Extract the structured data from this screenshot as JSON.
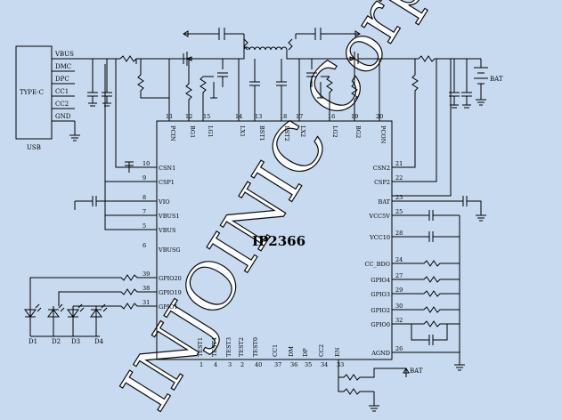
{
  "connector": {
    "name": "TYPE-C",
    "label": "USB",
    "pins": [
      "VBUS",
      "DMC",
      "DPC",
      "CC1",
      "CC2",
      "GND"
    ]
  },
  "chip": {
    "name": "IP2366",
    "top_pins": [
      {
        "num": "11",
        "name": "PCIN"
      },
      {
        "num": "12",
        "name": "BG1"
      },
      {
        "num": "15",
        "name": "LG1"
      },
      {
        "num": "14",
        "name": "LX1"
      },
      {
        "num": "13",
        "name": "BST1"
      },
      {
        "num": "18",
        "name": "BST2"
      },
      {
        "num": "17",
        "name": "LX2"
      },
      {
        "num": "16",
        "name": "LG2"
      },
      {
        "num": "19",
        "name": "BG2"
      },
      {
        "num": "20",
        "name": "PCON"
      }
    ],
    "left_pins": [
      {
        "num": "10",
        "name": "CSN1"
      },
      {
        "num": "9",
        "name": "CSP1"
      },
      {
        "num": "8",
        "name": "VIO"
      },
      {
        "num": "7",
        "name": "VBUS1"
      },
      {
        "num": "5",
        "name": "VBUS"
      },
      {
        "num": "6",
        "name": "VBUSG"
      },
      {
        "num": "39",
        "name": "GPIO20"
      },
      {
        "num": "38",
        "name": "GPIO19"
      },
      {
        "num": "31",
        "name": "GPIO1"
      }
    ],
    "right_pins": [
      {
        "num": "21",
        "name": "CSN2"
      },
      {
        "num": "22",
        "name": "CSP2"
      },
      {
        "num": "23",
        "name": "BAT"
      },
      {
        "num": "25",
        "name": "VCC5V"
      },
      {
        "num": "28",
        "name": "VCC10"
      },
      {
        "num": "24",
        "name": "CC_BDO"
      },
      {
        "num": "27",
        "name": "GPIO4"
      },
      {
        "num": "29",
        "name": "GPIO3"
      },
      {
        "num": "30",
        "name": "GPIO2"
      },
      {
        "num": "32",
        "name": "GPIO0"
      },
      {
        "num": "26",
        "name": "AGND"
      }
    ],
    "bottom_pins": [
      {
        "num": "1",
        "name": "TEST1"
      },
      {
        "num": "4",
        "name": "TEST4"
      },
      {
        "num": "3",
        "name": "TEST3"
      },
      {
        "num": "2",
        "name": "TEST2"
      },
      {
        "num": "40",
        "name": "TEST0"
      },
      {
        "num": "37",
        "name": "CC1"
      },
      {
        "num": "36",
        "name": "DM"
      },
      {
        "num": "35",
        "name": "DP"
      },
      {
        "num": "34",
        "name": "CC2"
      },
      {
        "num": "33",
        "name": "EN"
      }
    ]
  },
  "leds": [
    "D1",
    "D2",
    "D3",
    "D4"
  ],
  "battery_label": "BAT",
  "en_net_label": "BAT",
  "watermark": "INJOINIC Corp."
}
